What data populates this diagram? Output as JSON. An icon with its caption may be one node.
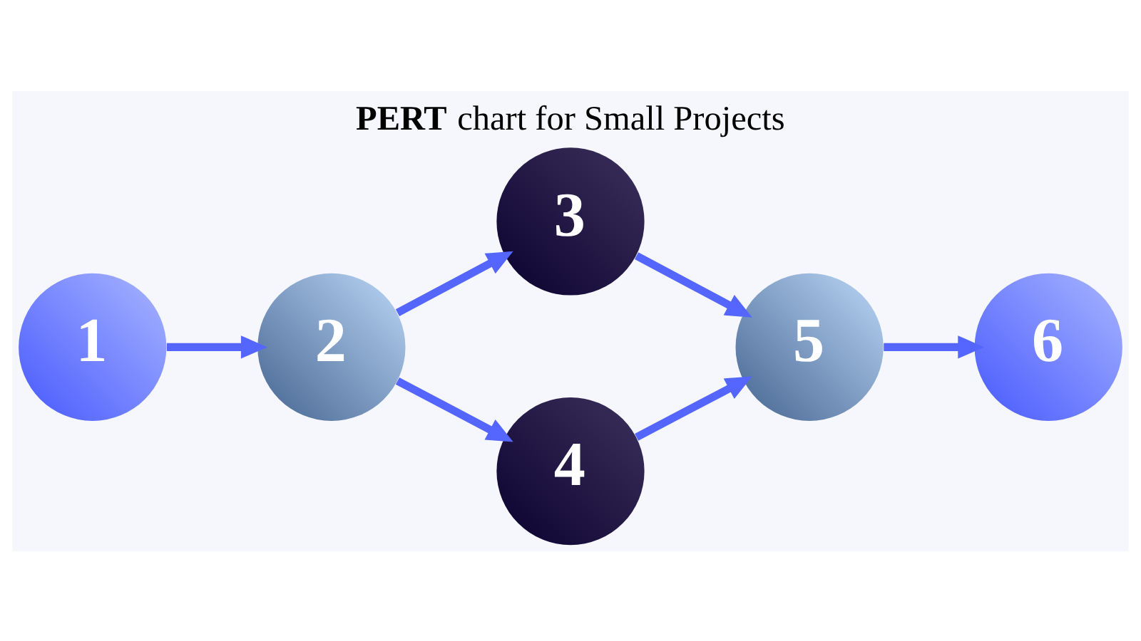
{
  "diagram": {
    "title": "**PERT** chart for Small Projects",
    "nodes": [
      {
        "text": [
          "1"
        ]
      },
      {
        "text": [
          "2"
        ]
      },
      {
        "text": [
          "3"
        ]
      },
      {
        "text": [
          "4"
        ]
      },
      {
        "text": [
          "5"
        ]
      },
      {
        "text": [
          "6"
        ]
      }
    ],
    "edges": [
      {
        "from": 0,
        "to": 1,
        "arrow": "to"
      },
      {
        "from": 1,
        "to": 2,
        "arrow": "to"
      },
      {
        "from": 1,
        "to": 3,
        "arrow": "to"
      },
      {
        "from": 2,
        "to": 4,
        "arrow": "to"
      },
      {
        "from": 3,
        "to": 4,
        "arrow": "to"
      },
      {
        "from": 4,
        "to": 5,
        "arrow": "to"
      }
    ]
  }
}
